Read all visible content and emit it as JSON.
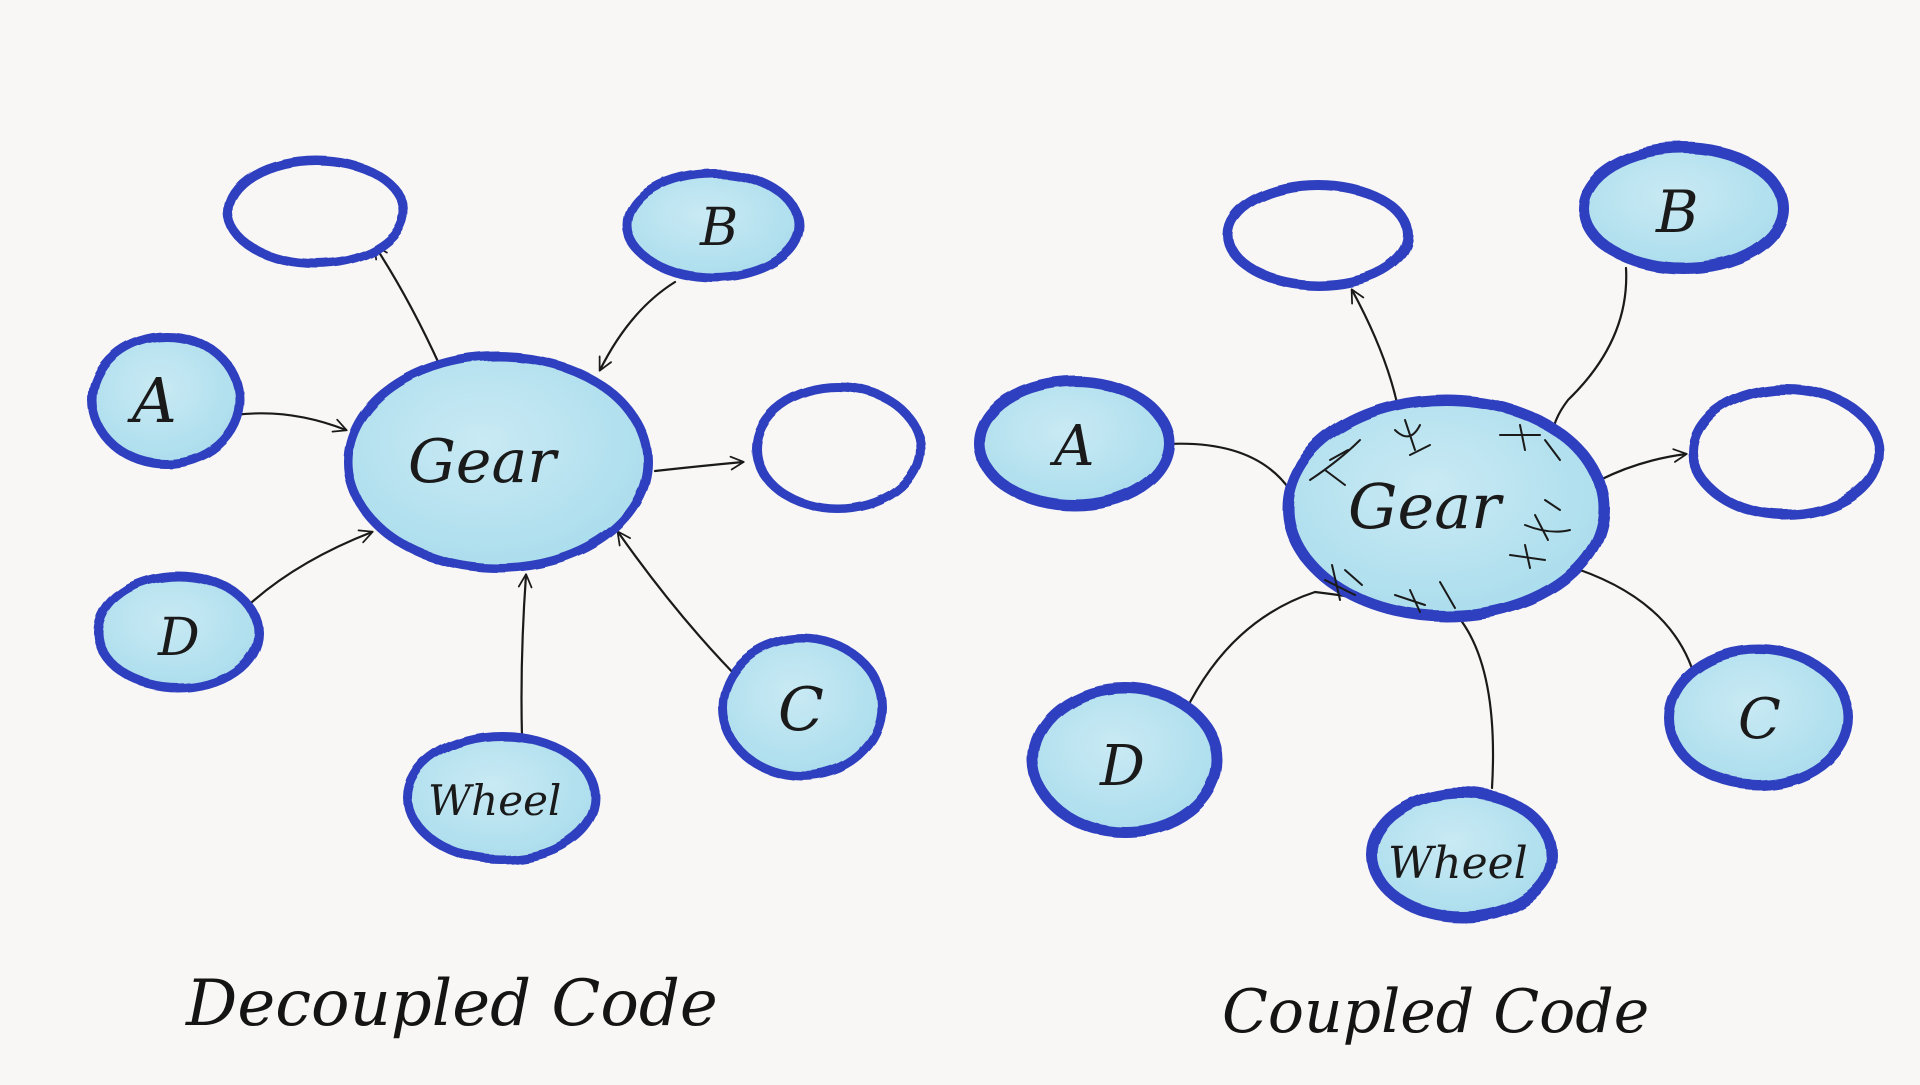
{
  "colors": {
    "background": "#f8f7f5",
    "node_fill": "#a9dcec",
    "node_fill_light": "#c9eaf4",
    "node_stroke": "#2f3fbf",
    "node_stroke_dark": "#2433a8",
    "line": "#1a1a1a",
    "text": "#141414"
  },
  "diagrams": [
    {
      "id": "decoupled",
      "caption": "Decoupled Code",
      "center_label": "Gear",
      "nodes": [
        {
          "id": "top-left-empty",
          "label": "",
          "filled": false
        },
        {
          "id": "b",
          "label": "B",
          "filled": true
        },
        {
          "id": "a",
          "label": "A",
          "filled": true
        },
        {
          "id": "right-empty",
          "label": "",
          "filled": false
        },
        {
          "id": "d",
          "label": "D",
          "filled": true
        },
        {
          "id": "c",
          "label": "C",
          "filled": true
        },
        {
          "id": "wheel",
          "label": "Wheel",
          "filled": true
        }
      ]
    },
    {
      "id": "coupled",
      "caption": "Coupled Code",
      "center_label": "Gear",
      "nodes": [
        {
          "id": "top-left-empty",
          "label": "",
          "filled": false
        },
        {
          "id": "b",
          "label": "B",
          "filled": true
        },
        {
          "id": "a",
          "label": "A",
          "filled": true
        },
        {
          "id": "right-empty",
          "label": "",
          "filled": false
        },
        {
          "id": "d",
          "label": "D",
          "filled": true
        },
        {
          "id": "c",
          "label": "C",
          "filled": true
        },
        {
          "id": "wheel",
          "label": "Wheel",
          "filled": true
        }
      ]
    }
  ]
}
